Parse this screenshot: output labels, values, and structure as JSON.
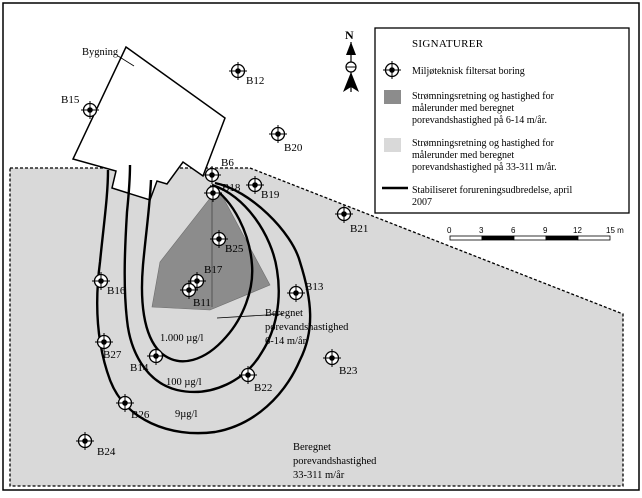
{
  "building_label": "Bygning",
  "north_label": "N",
  "legend": {
    "title": "SIGNATURER",
    "items": [
      {
        "name": "boring",
        "text": [
          "Miljøteknisk filtersat boring"
        ]
      },
      {
        "name": "dark",
        "text": [
          "Strømningsretning og hastighed for",
          "målerunder med beregnet",
          "porevandshastighed på 6-14 m/år."
        ]
      },
      {
        "name": "light",
        "text": [
          "Strømningsretning og hastighed for",
          "målerunder med beregnet",
          "porevandshastighed på 33-311 m/år."
        ]
      },
      {
        "name": "line",
        "text": [
          "Stabiliseret forureningsudbredelse, april",
          "2007"
        ]
      }
    ]
  },
  "scale": {
    "ticks": [
      "0",
      "3",
      "6",
      "9",
      "12",
      "15 m"
    ]
  },
  "contours": [
    "1.000 µg/l",
    "100 µg/l",
    "9µg/l"
  ],
  "velocity_labels": [
    [
      "Beregnet",
      "porevandshastighed",
      "6-14 m/år"
    ],
    [
      "Beregnet",
      "porevandshastighed",
      "33-311 m/år"
    ]
  ],
  "borings": [
    "B12",
    "B15",
    "B20",
    "B6",
    "B18",
    "B19",
    "B21",
    "B25",
    "B17",
    "B16",
    "B11",
    "B13",
    "B27",
    "B14",
    "B22",
    "B23",
    "B26",
    "B24"
  ],
  "colors": {
    "light_area": "#d9d9d9",
    "dark_area": "#8c8c8c",
    "line": "#000000"
  }
}
